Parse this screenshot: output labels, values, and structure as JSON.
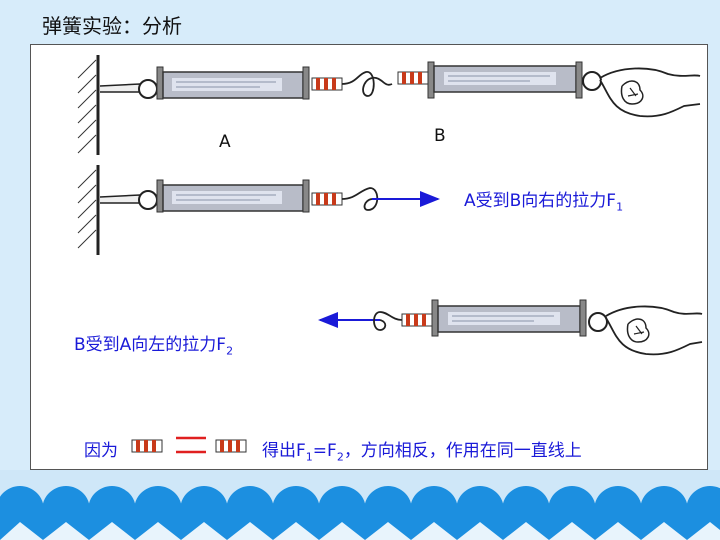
{
  "title": "弹簧实验：分析",
  "labels": {
    "a": "A",
    "b": "B",
    "force_f1": "A受到B向右的拉力F",
    "force_f1_sub": "1",
    "force_f2": "B受到A向左的拉力F",
    "force_f2_sub": "2",
    "conclusion_prefix": "因为",
    "conclusion_text": "得出F",
    "conclusion_sub1": "1",
    "conclusion_eq": "=F",
    "conclusion_sub2": "2",
    "conclusion_rest": "，方向相反，作用在同一直线上"
  },
  "colors": {
    "arrow": "#1a1ad8",
    "equals": "#e02020",
    "text_blue": "#1a1ad8",
    "background": "#d7ecfa",
    "waves": "#1c8fe0"
  }
}
